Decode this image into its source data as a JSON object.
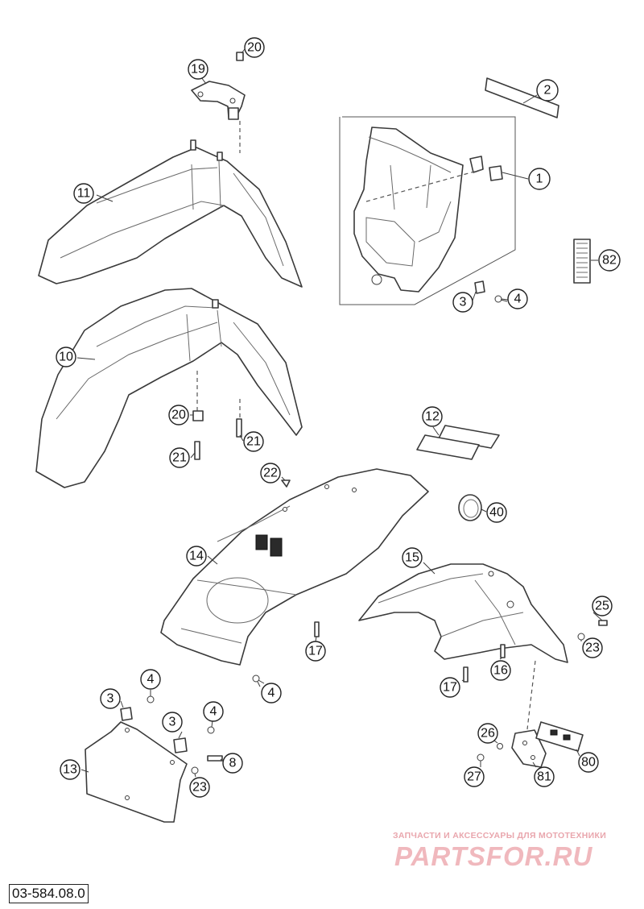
{
  "diagram": {
    "part_labels": [
      {
        "id": "p1",
        "text": "1"
      },
      {
        "id": "p2",
        "text": "2"
      },
      {
        "id": "p3a",
        "text": "3"
      },
      {
        "id": "p4a",
        "text": "4"
      },
      {
        "id": "p82",
        "text": "82"
      },
      {
        "id": "p19",
        "text": "19"
      },
      {
        "id": "p20a",
        "text": "20"
      },
      {
        "id": "p11",
        "text": "11"
      },
      {
        "id": "p10",
        "text": "10"
      },
      {
        "id": "p20b",
        "text": "20"
      },
      {
        "id": "p21a",
        "text": "21"
      },
      {
        "id": "p21b",
        "text": "21"
      },
      {
        "id": "p22",
        "text": "22"
      },
      {
        "id": "p12",
        "text": "12"
      },
      {
        "id": "p40",
        "text": "40"
      },
      {
        "id": "p14",
        "text": "14"
      },
      {
        "id": "p15",
        "text": "15"
      },
      {
        "id": "p25",
        "text": "25"
      },
      {
        "id": "p23a",
        "text": "23"
      },
      {
        "id": "p17a",
        "text": "17"
      },
      {
        "id": "p16",
        "text": "16"
      },
      {
        "id": "p17b",
        "text": "17"
      },
      {
        "id": "p4b",
        "text": "4"
      },
      {
        "id": "p4c",
        "text": "4"
      },
      {
        "id": "p3b",
        "text": "3"
      },
      {
        "id": "p3c",
        "text": "3"
      },
      {
        "id": "p4d",
        "text": "4"
      },
      {
        "id": "p8",
        "text": "8"
      },
      {
        "id": "p13",
        "text": "13"
      },
      {
        "id": "p23b",
        "text": "23"
      },
      {
        "id": "p26",
        "text": "26"
      },
      {
        "id": "p27",
        "text": "27"
      },
      {
        "id": "p80",
        "text": "80"
      },
      {
        "id": "p81",
        "text": "81"
      }
    ]
  },
  "watermark": {
    "tagline": "ЗАПЧАСТИ И АКСЕССУАРЫ ДЛЯ МОТОТЕХНИКИ",
    "logo": "PARTSFOR.RU"
  },
  "document_code": "03-584.08.0"
}
